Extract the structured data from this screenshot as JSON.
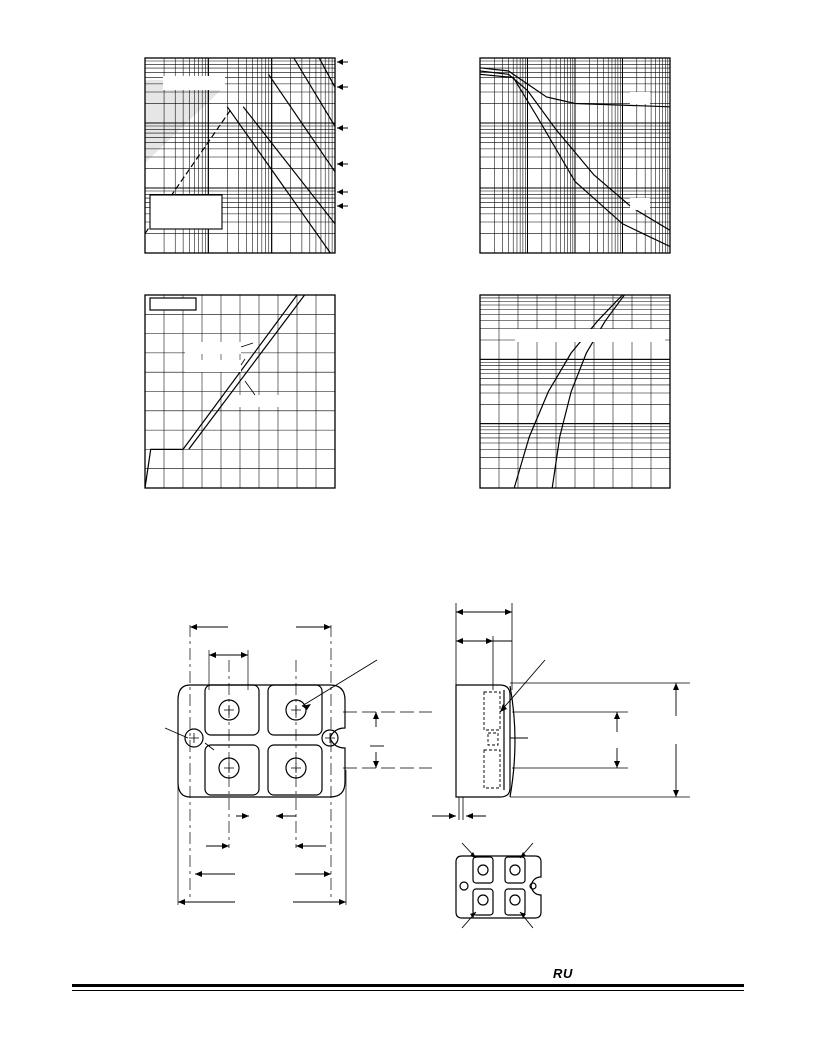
{
  "page": {
    "footer_mark": "R U"
  },
  "chart_data": [
    {
      "type": "line",
      "title": "",
      "xlabel": "",
      "ylabel": "",
      "grid": true,
      "xscale": "log",
      "yscale": "log",
      "x_decades": 3,
      "y_decades": 3,
      "series": [
        {
          "points": [
            [
              0.0,
              0.3
            ],
            [
              1.35,
              2.2
            ]
          ]
        },
        {
          "points": [
            [
              1.3,
              2.25
            ],
            [
              3.0,
              -0.1
            ]
          ]
        },
        {
          "points": [
            [
              1.55,
              2.25
            ],
            [
              3.0,
              0.45
            ]
          ]
        },
        {
          "points": [
            [
              1.95,
              2.75
            ],
            [
              3.0,
              1.25
            ]
          ]
        },
        {
          "points": [
            [
              2.35,
              3.0
            ],
            [
              3.0,
              1.95
            ]
          ]
        },
        {
          "points": [
            [
              2.75,
              3.0
            ],
            [
              3.0,
              2.55
            ]
          ]
        }
      ],
      "shaded_region": true,
      "legend_box": true
    },
    {
      "type": "line",
      "title": "",
      "xlabel": "",
      "ylabel": "",
      "grid": true,
      "xscale": "log",
      "yscale": "log",
      "x_decades": 4,
      "y_decades": 3,
      "series": [
        {
          "points": [
            [
              0.0,
              2.85
            ],
            [
              0.6,
              2.8
            ],
            [
              1.0,
              2.6
            ],
            [
              1.4,
              2.4
            ],
            [
              2.0,
              2.3
            ],
            [
              4.0,
              2.25
            ]
          ]
        },
        {
          "points": [
            [
              0.0,
              2.8
            ],
            [
              0.6,
              2.75
            ],
            [
              1.0,
              2.5
            ],
            [
              1.6,
              1.9
            ],
            [
              2.4,
              1.2
            ],
            [
              3.2,
              0.7
            ],
            [
              4.0,
              0.35
            ]
          ]
        },
        {
          "points": [
            [
              0.0,
              2.75
            ],
            [
              0.7,
              2.7
            ],
            [
              1.2,
              2.1
            ],
            [
              2.0,
              1.1
            ],
            [
              3.0,
              0.45
            ],
            [
              4.0,
              0.1
            ]
          ]
        }
      ]
    },
    {
      "type": "line",
      "title": "",
      "xlabel": "",
      "ylabel": "",
      "grid": true,
      "xlim": [
        0,
        10
      ],
      "ylim": [
        0,
        10
      ],
      "series": [
        {
          "points": [
            [
              0.0,
              0.0
            ],
            [
              0.3,
              2.0
            ],
            [
              2.0,
              2.0
            ],
            [
              8.0,
              10.0
            ]
          ]
        },
        {
          "points": [
            [
              2.3,
              2.0
            ],
            [
              8.4,
              10.0
            ]
          ]
        }
      ],
      "legend_box": true
    },
    {
      "type": "line",
      "title": "",
      "xlabel": "",
      "ylabel": "",
      "grid": true,
      "xlim": [
        0,
        10
      ],
      "yscale": "log",
      "y_decades": 3,
      "series": [
        {
          "points": [
            [
              1.8,
              0.0
            ],
            [
              2.6,
              0.8
            ],
            [
              3.6,
              1.5
            ],
            [
              4.8,
              2.1
            ],
            [
              6.2,
              2.6
            ],
            [
              7.5,
              3.0
            ]
          ]
        },
        {
          "points": [
            [
              3.8,
              0.0
            ],
            [
              4.2,
              0.8
            ],
            [
              4.8,
              1.5
            ],
            [
              5.6,
              2.1
            ],
            [
              6.6,
              2.6
            ],
            [
              7.6,
              3.0
            ]
          ]
        }
      ]
    }
  ]
}
